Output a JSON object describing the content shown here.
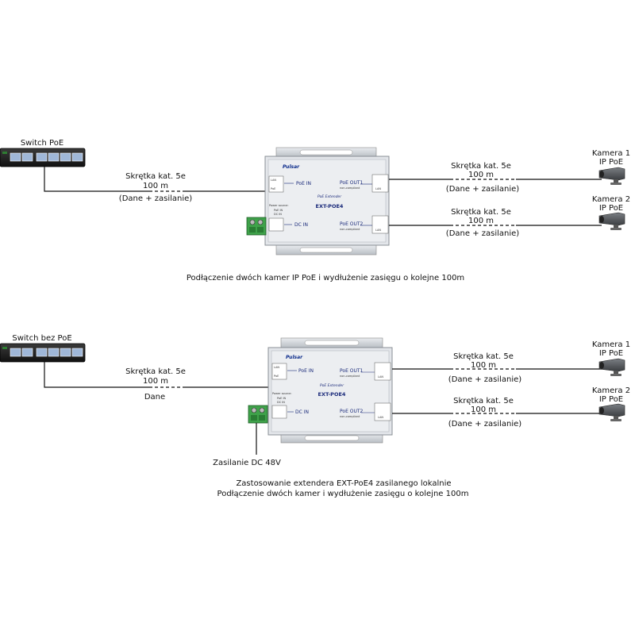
{
  "top": {
    "switch_label": "Switch PoE",
    "left_link": {
      "l1": "Skrętka kat. 5e",
      "l2": "100 m",
      "l3": "(Dane + zasilanie)"
    },
    "right_link1": {
      "l1": "Skrętka kat. 5e",
      "l2": "100 m",
      "l3": "(Dane + zasilanie)"
    },
    "right_link2": {
      "l1": "Skrętka kat. 5e",
      "l2": "100 m",
      "l3": "(Dane + zasilanie)"
    },
    "cam1": {
      "name": "Kamera 1",
      "type": "IP PoE"
    },
    "cam2": {
      "name": "Kamera 2",
      "type": "IP PoE"
    },
    "caption": "Podłączenie dwóch kamer IP PoE i wydłużenie zasięgu o kolejne 100m"
  },
  "bottom": {
    "switch_label": "Switch bez PoE",
    "left_link": {
      "l1": "Skrętka kat. 5e",
      "l2": "100 m",
      "l3": "Dane"
    },
    "right_link1": {
      "l1": "Skrętka kat. 5e",
      "l2": "100 m",
      "l3": "(Dane + zasilanie)"
    },
    "right_link2": {
      "l1": "Skrętka kat. 5e",
      "l2": "100 m",
      "l3": "(Dane + zasilanie)"
    },
    "cam1": {
      "name": "Kamera 1",
      "type": "IP PoE"
    },
    "cam2": {
      "name": "Kamera 2",
      "type": "IP PoE"
    },
    "power_label": "Zasilanie DC 48V",
    "caption1": "Zastosowanie extendera EXT-PoE4 zasilanego lokalnie",
    "caption2": "Podłączenie dwóch kamer i wydłużenie zasięgu o kolejne 100m"
  },
  "device": {
    "brand": "Pulsar",
    "subtitle": "PoE Extender",
    "model": "EXT-POE4",
    "poe_in": "PoE IN",
    "dc_in": "DC IN",
    "out1": "PoE OUT1",
    "out2": "PoE OUT2",
    "noncompliant": "non-compliant",
    "lan": "LAN",
    "poe": "PoE",
    "power_source": "Power source:",
    "ps_poe": "PoE IN",
    "ps_dc": "DC IN"
  },
  "colors": {
    "switch": "#1c1c1c",
    "port": "#3d7ec4",
    "enclosure": "#cfd4d9",
    "panel": "#e6e9ed",
    "terminal": "#3fa24a",
    "camera": "#4a4d50"
  }
}
